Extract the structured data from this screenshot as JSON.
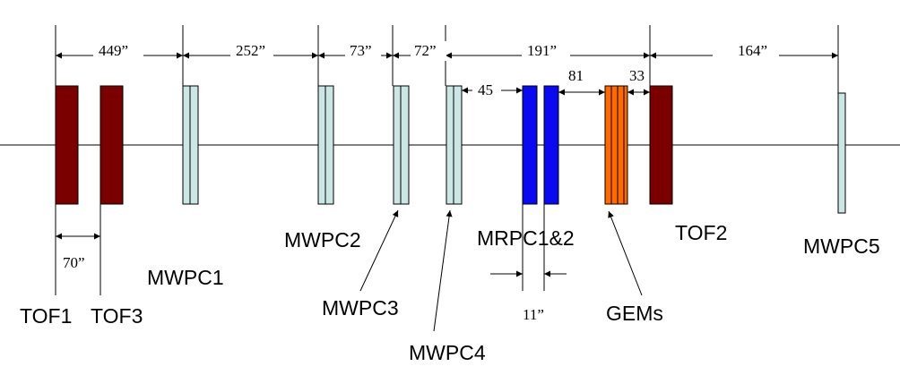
{
  "colors": {
    "tof": "#7a0000",
    "mwpc": "#cce6e6",
    "mrpc": "#0a0aee",
    "gem": "#ff6a00",
    "line": "#000000",
    "background": "#ffffff"
  },
  "icons": {
    "arrowhead": "filled-triangle-arrowhead"
  },
  "labels": {
    "tof1": "TOF1",
    "tof3": "TOF3",
    "mwpc1": "MWPC1",
    "mwpc2": "MWPC2",
    "mwpc3": "MWPC3",
    "mwpc4": "MWPC4",
    "mrpc": "MRPC1&2",
    "gems": "GEMs",
    "tof2": "TOF2",
    "mwpc5": "MWPC5"
  },
  "dimensions": {
    "tof1_to_mwpc1": "449”",
    "mwpc1_to_mwpc2": "252”",
    "mwpc2_to_mwpc3": "73”",
    "mwpc3_to_mwpc4": "72”",
    "mwpc4_to_tof2": "191”",
    "tof2_to_mwpc5": "164”",
    "mwpc4_to_mrpc": "45",
    "mrpc_to_gems": "81",
    "gems_to_tof2": "33",
    "tof1_to_tof3": "70”",
    "mrpc_gap": "11”"
  }
}
